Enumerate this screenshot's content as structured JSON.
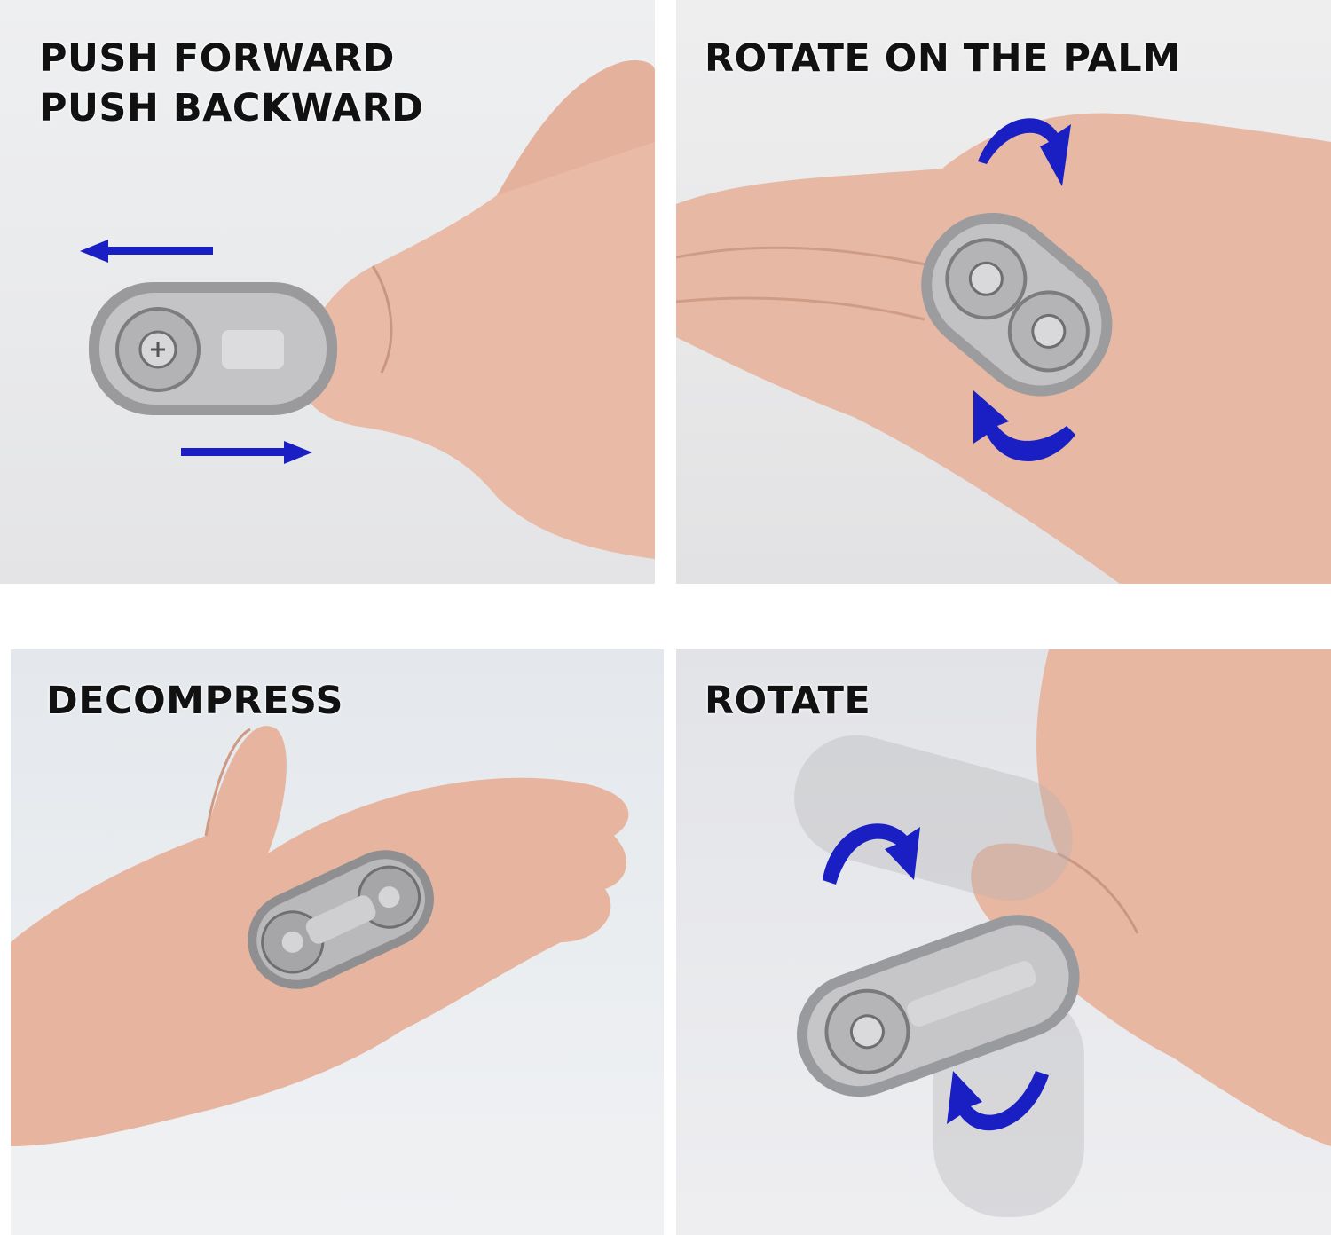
{
  "panels": [
    {
      "id": "push",
      "caption_lines": [
        "PUSH FORWARD",
        "PUSH BACKWARD"
      ],
      "arrows": [
        "arrow-left",
        "arrow-right"
      ]
    },
    {
      "id": "rotate-palm",
      "caption_lines": [
        "ROTATE ON THE PALM"
      ],
      "arrows": [
        "curved-arrow-clockwise-top",
        "curved-arrow-clockwise-bottom"
      ]
    },
    {
      "id": "decompress",
      "caption_lines": [
        "DECOMPRESS"
      ],
      "arrows": []
    },
    {
      "id": "rotate",
      "caption_lines": [
        "ROTATE"
      ],
      "arrows": [
        "curved-arrow-clockwise-top",
        "curved-arrow-clockwise-bottom"
      ]
    }
  ],
  "colors": {
    "arrow_blue": "#1a1fc4",
    "caption_text": "#111111",
    "skin": "#e8b8a2",
    "metal": "#a9a9ab",
    "background": "#ffffff"
  }
}
